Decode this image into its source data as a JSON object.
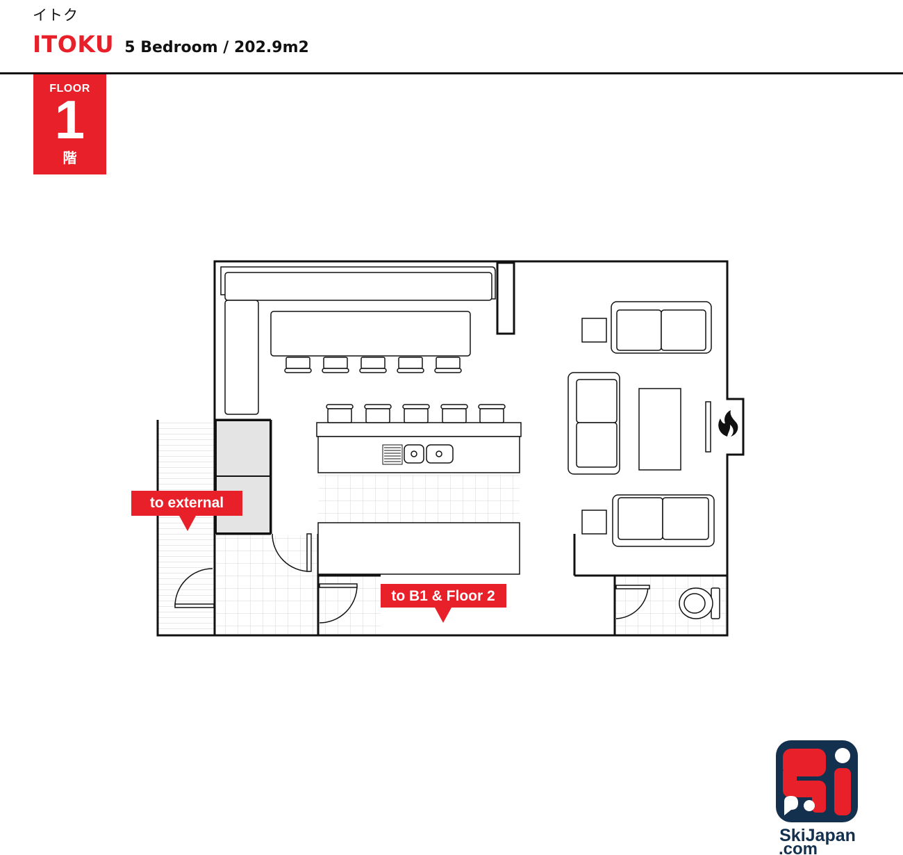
{
  "header": {
    "japanese_name": "イトク",
    "title": "ITOKU",
    "subtitle": "5 Bedroom / 202.9m2"
  },
  "floor_badge": {
    "label": "FLOOR",
    "number": "1",
    "japanese": "階"
  },
  "labels": {
    "external": "to external",
    "stairs": "to B1 & Floor 2"
  },
  "logo": {
    "line1": "SkiJapan",
    "line2": ".com"
  },
  "colors": {
    "accent": "#e8202a",
    "wall": "#111111",
    "logo_navy": "#14304f"
  }
}
